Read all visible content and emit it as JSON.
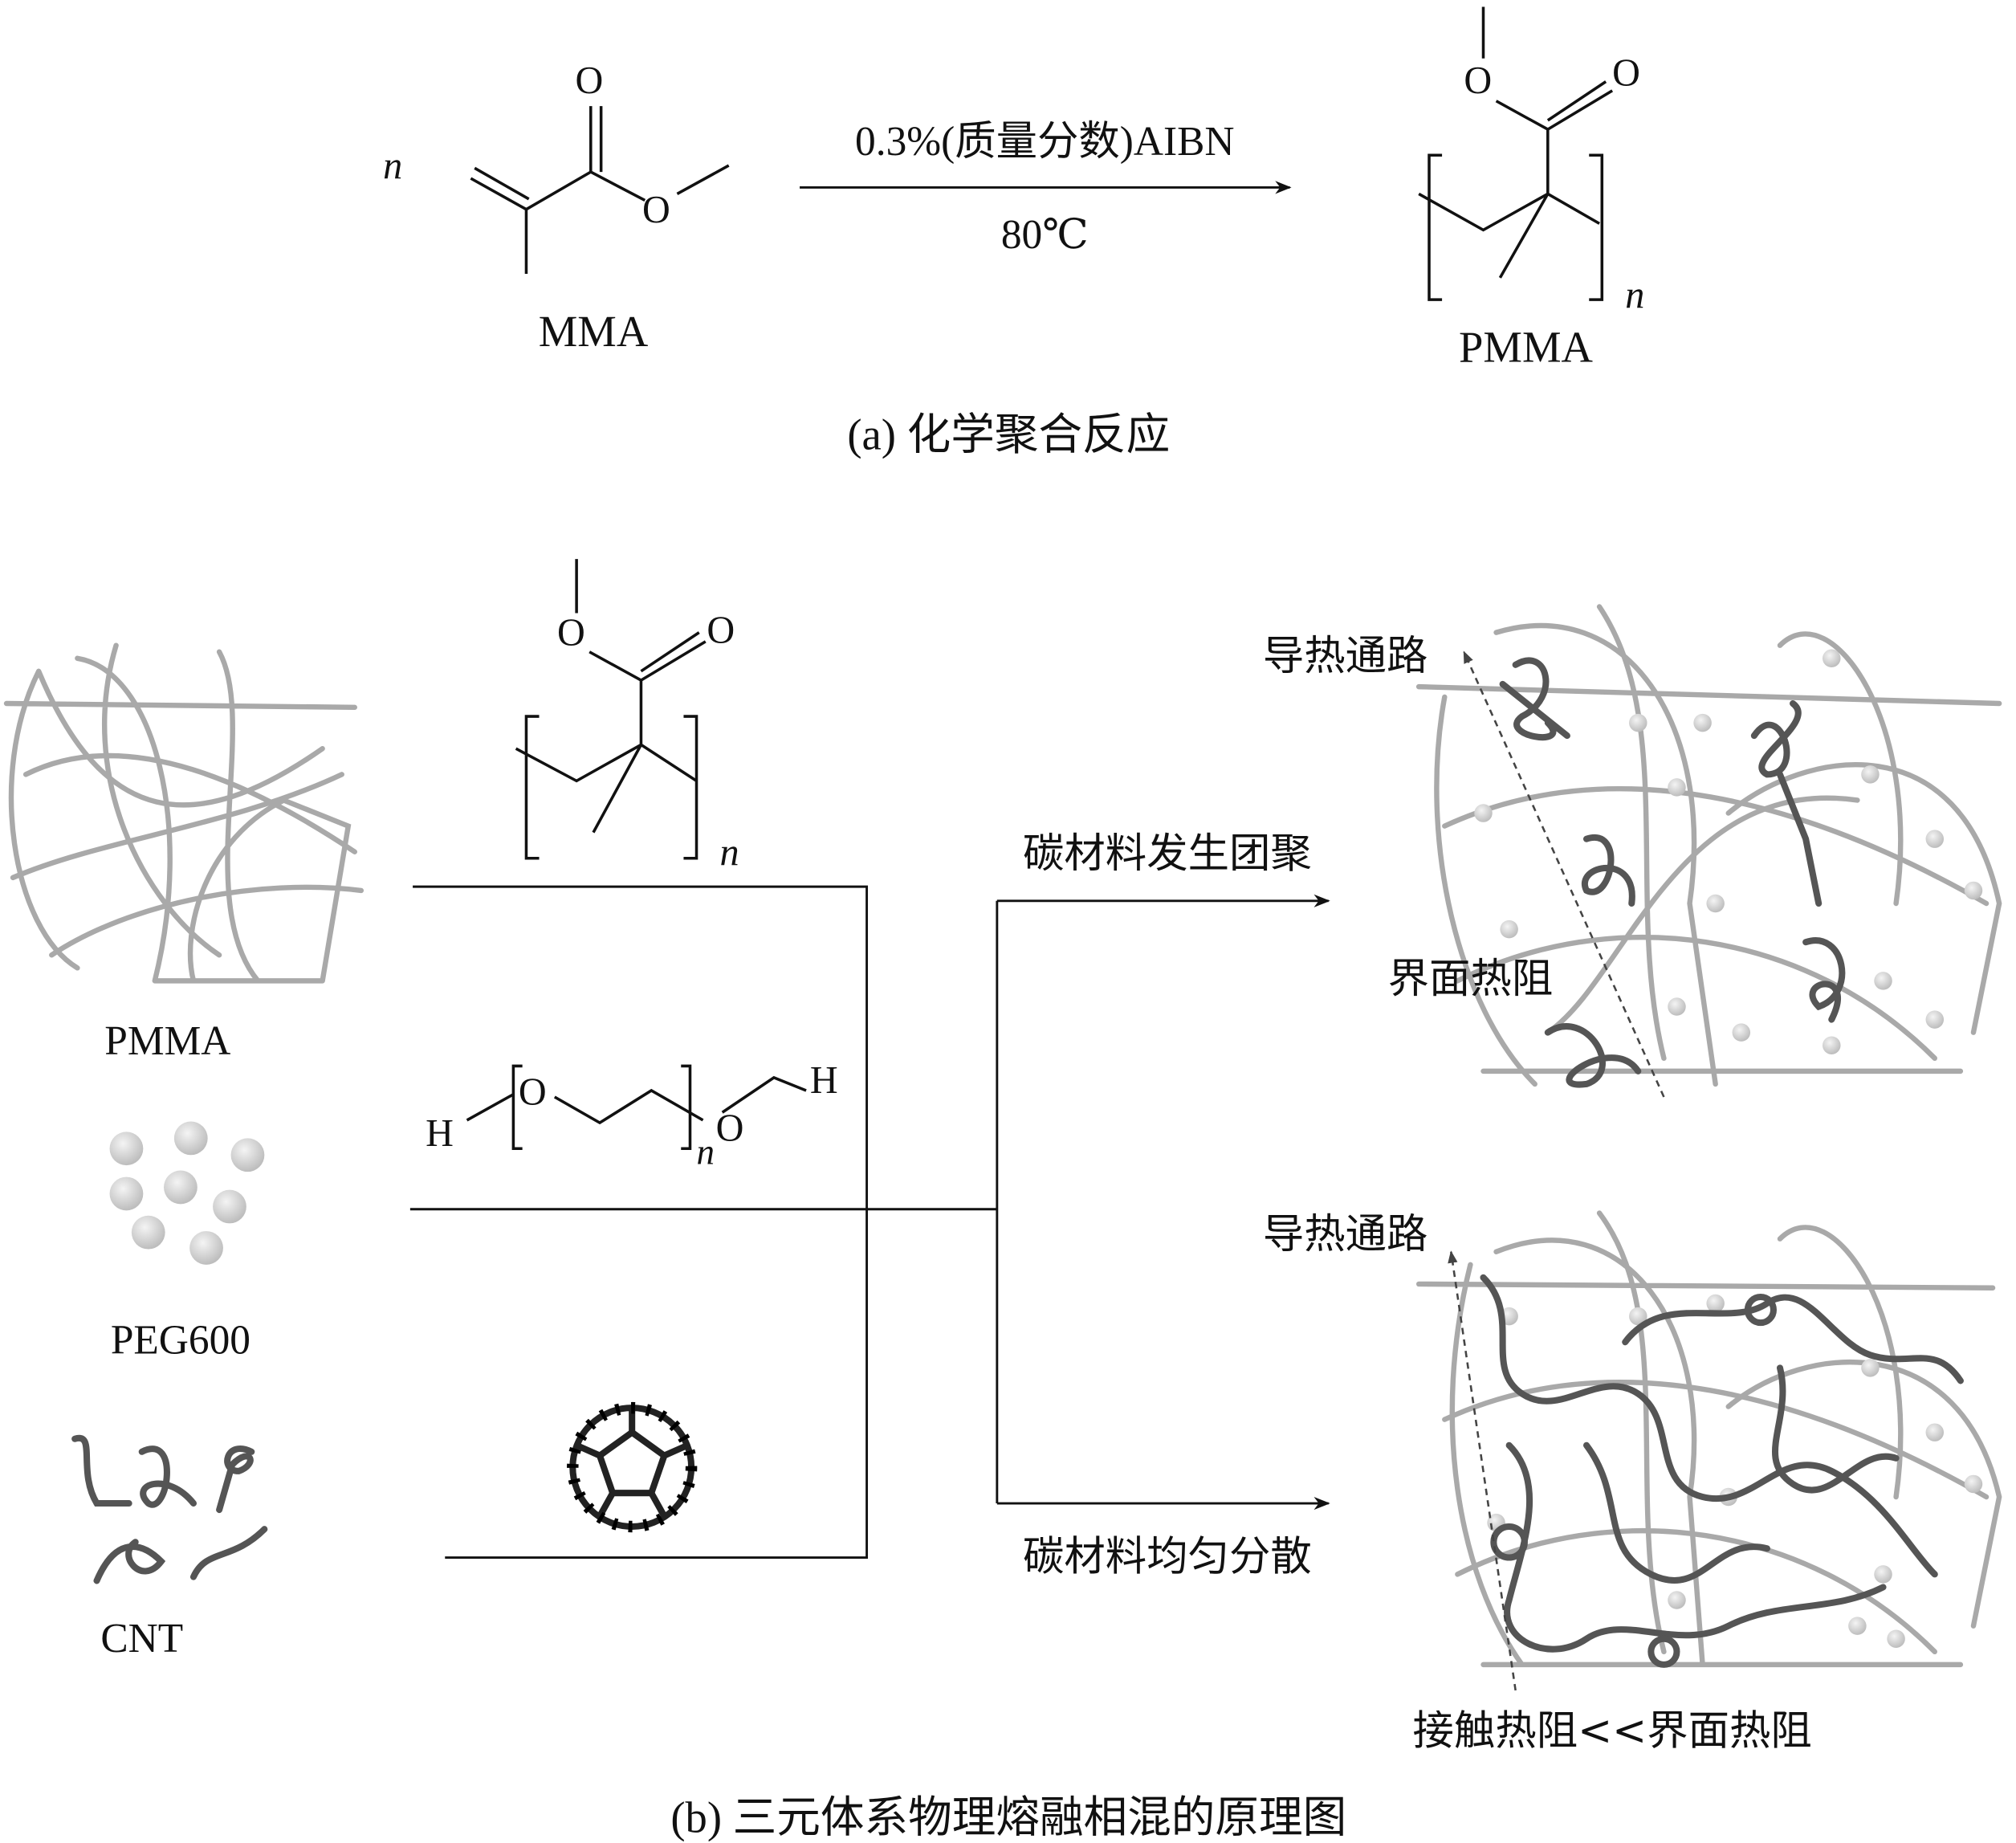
{
  "part_a": {
    "coefficient": "n",
    "monomer_label": "MMA",
    "monomer_atoms": [
      "O",
      "O"
    ],
    "reagent": "0.3%(质量分数)AIBN",
    "condition": "80℃",
    "polymer_label": "PMMA",
    "polymer_atoms": [
      "O",
      "O"
    ],
    "polymer_subscript": "n",
    "caption": "(a) 化学聚合反应"
  },
  "part_b": {
    "components": [
      {
        "label": "PMMA"
      },
      {
        "label": "PEG600"
      },
      {
        "label": "CNT"
      }
    ],
    "pmma_structure": {
      "atoms": [
        "O",
        "O"
      ],
      "subscript": "n"
    },
    "peg_structure": {
      "atoms": [
        "H",
        "O",
        "O",
        "H"
      ],
      "subscript": "n"
    },
    "outcomes": [
      {
        "label": "碳材料发生团聚",
        "path_label": "导热通路",
        "resistance_label": "界面热阻"
      },
      {
        "label": "碳材料均匀分散",
        "path_label": "导热通路",
        "resistance_label": "接触热阻<<界面热阻"
      }
    ],
    "caption": "(b) 三元体系物理熔融相混的原理图"
  },
  "colors": {
    "polymer_gray": "#a9a9a9",
    "cnt_dark": "#555555",
    "ink": "#111111"
  }
}
